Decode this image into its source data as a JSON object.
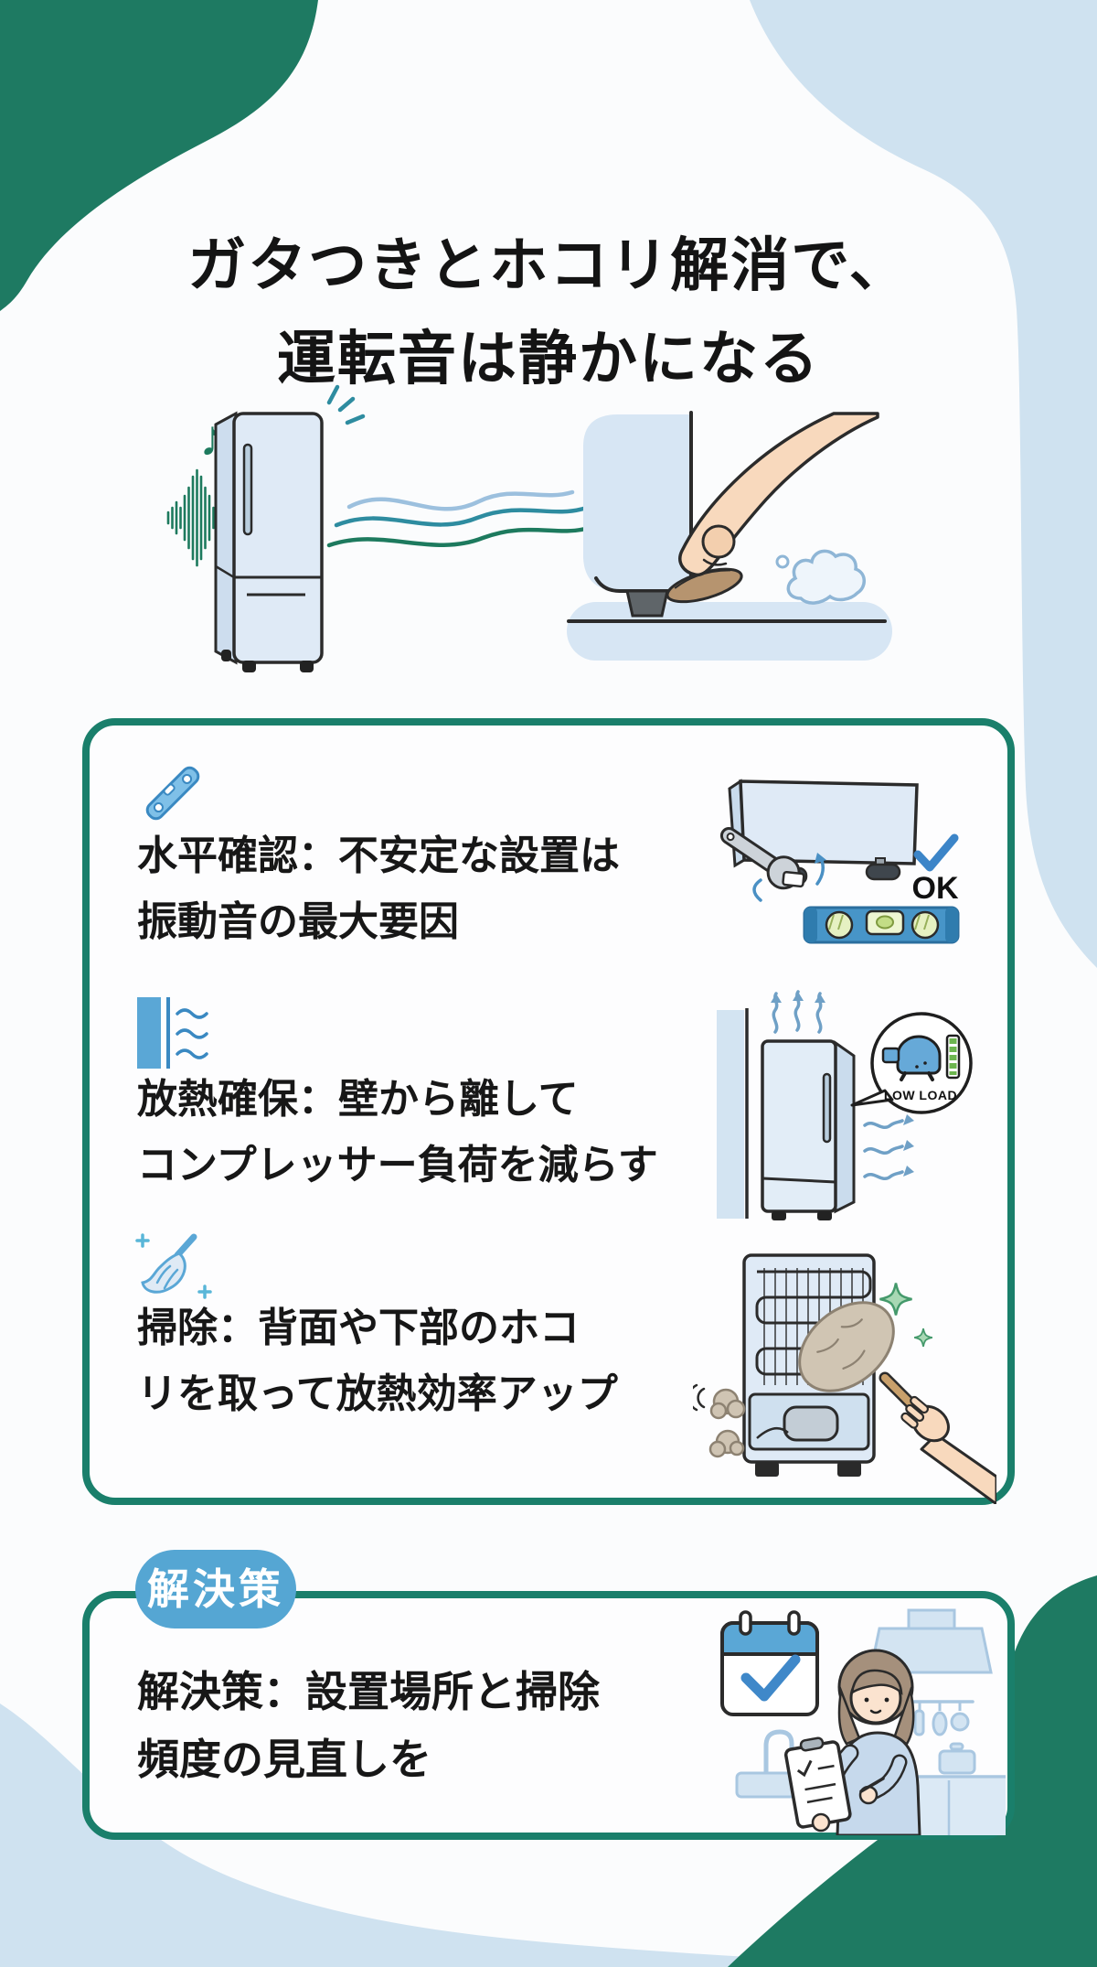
{
  "title": {
    "line1": "ガタつきとホコリ解消で、",
    "line2": "運転音は静かになる"
  },
  "hero": {
    "note_glyph": "♪"
  },
  "tips": [
    {
      "icon": "spirit-level-icon",
      "line1": "水平確認：不安定な設置は",
      "line2": "振動音の最大要因",
      "illustration": {
        "ok_label": "OK"
      }
    },
    {
      "icon": "wall-airflow-icon",
      "line1": "放熱確保：壁から離して",
      "line2": "コンプレッサー負荷を減らす",
      "illustration": {
        "bubble_label": "LOW LOAD"
      }
    },
    {
      "icon": "duster-icon",
      "line1": "掃除：背面や下部のホコ",
      "line2": "リを取って放熱効率アップ"
    }
  ],
  "solution": {
    "badge": "解決策",
    "line1": "解決策：設置場所と掃除",
    "line2": "頻度の見直しを"
  },
  "colors": {
    "blob_green": "#1e7a62",
    "blob_blue": "#cfe2f0",
    "box_border_green": "#1a7f6b",
    "badge_blue": "#55a6d3",
    "wave_green": "#1d7a5e",
    "accent_blue": "#4795c8",
    "fridge_blue": "#dfeaf6",
    "text_black": "#161616"
  }
}
